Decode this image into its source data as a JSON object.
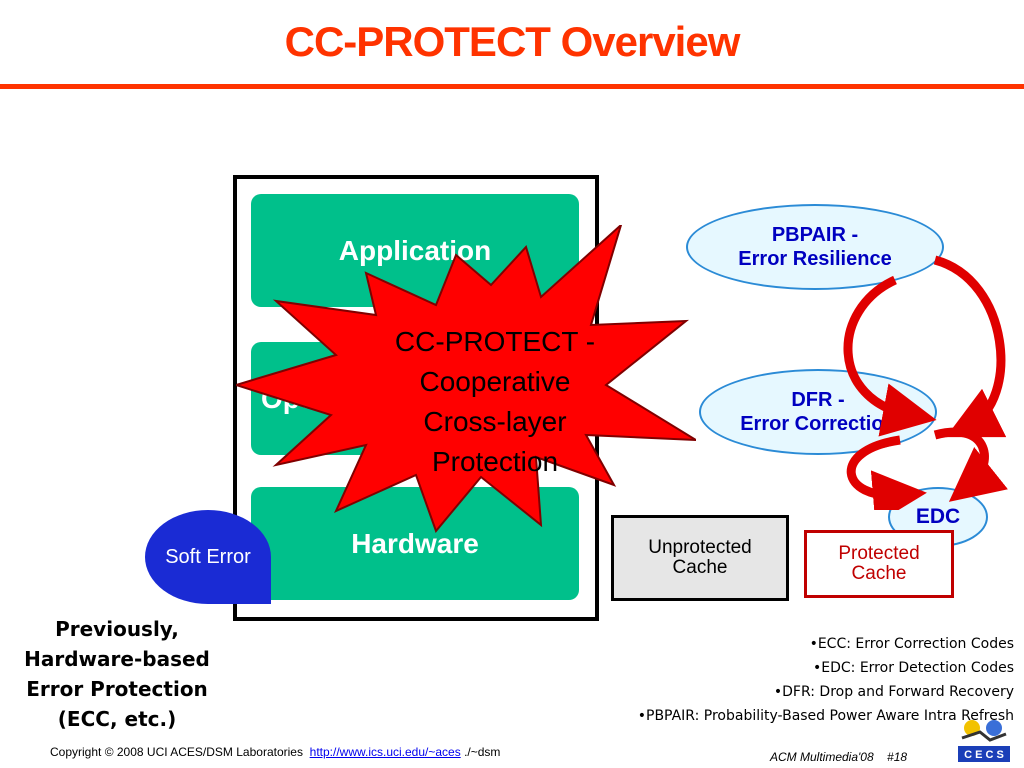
{
  "slide": {
    "title": "CC-PROTECT Overview",
    "title_color": "#ff3300"
  },
  "stack": {
    "layers": [
      "Application",
      "Operating System",
      "Hardware"
    ],
    "layer_color": "#00c08b"
  },
  "soft_error": {
    "label": "Soft Error",
    "color": "#1a2bd4"
  },
  "burst": {
    "lines": [
      "CC-PROTECT -",
      "Cooperative",
      "Cross-layer",
      "Protection"
    ],
    "color": "#ff0000"
  },
  "techniques": {
    "pbpair": [
      "PBPAIR -",
      "Error Resilience"
    ],
    "dfr": [
      "DFR -",
      "Error Correction"
    ],
    "edc": "EDC"
  },
  "caches": {
    "unprotected": [
      "Unprotected",
      "Cache"
    ],
    "protected": [
      "Protected",
      "Cache"
    ]
  },
  "previously": [
    "Previously,",
    "Hardware-based",
    "Error Protection",
    "(ECC, etc.)"
  ],
  "glossary": [
    "•ECC: Error Correction Codes",
    "•EDC: Error Detection Codes",
    "•DFR: Drop and Forward Recovery",
    "•PBPAIR: Probability-Based Power Aware Intra Refresh"
  ],
  "footer": {
    "copyright": "Copyright © 2008  UCI ACES/DSM Laboratories",
    "link": "http://www.ics.uci.edu/~aces",
    "suffix": "./~dsm",
    "venue": "ACM Multimedia'08",
    "page": "#18",
    "logo_text": "C E C S"
  }
}
